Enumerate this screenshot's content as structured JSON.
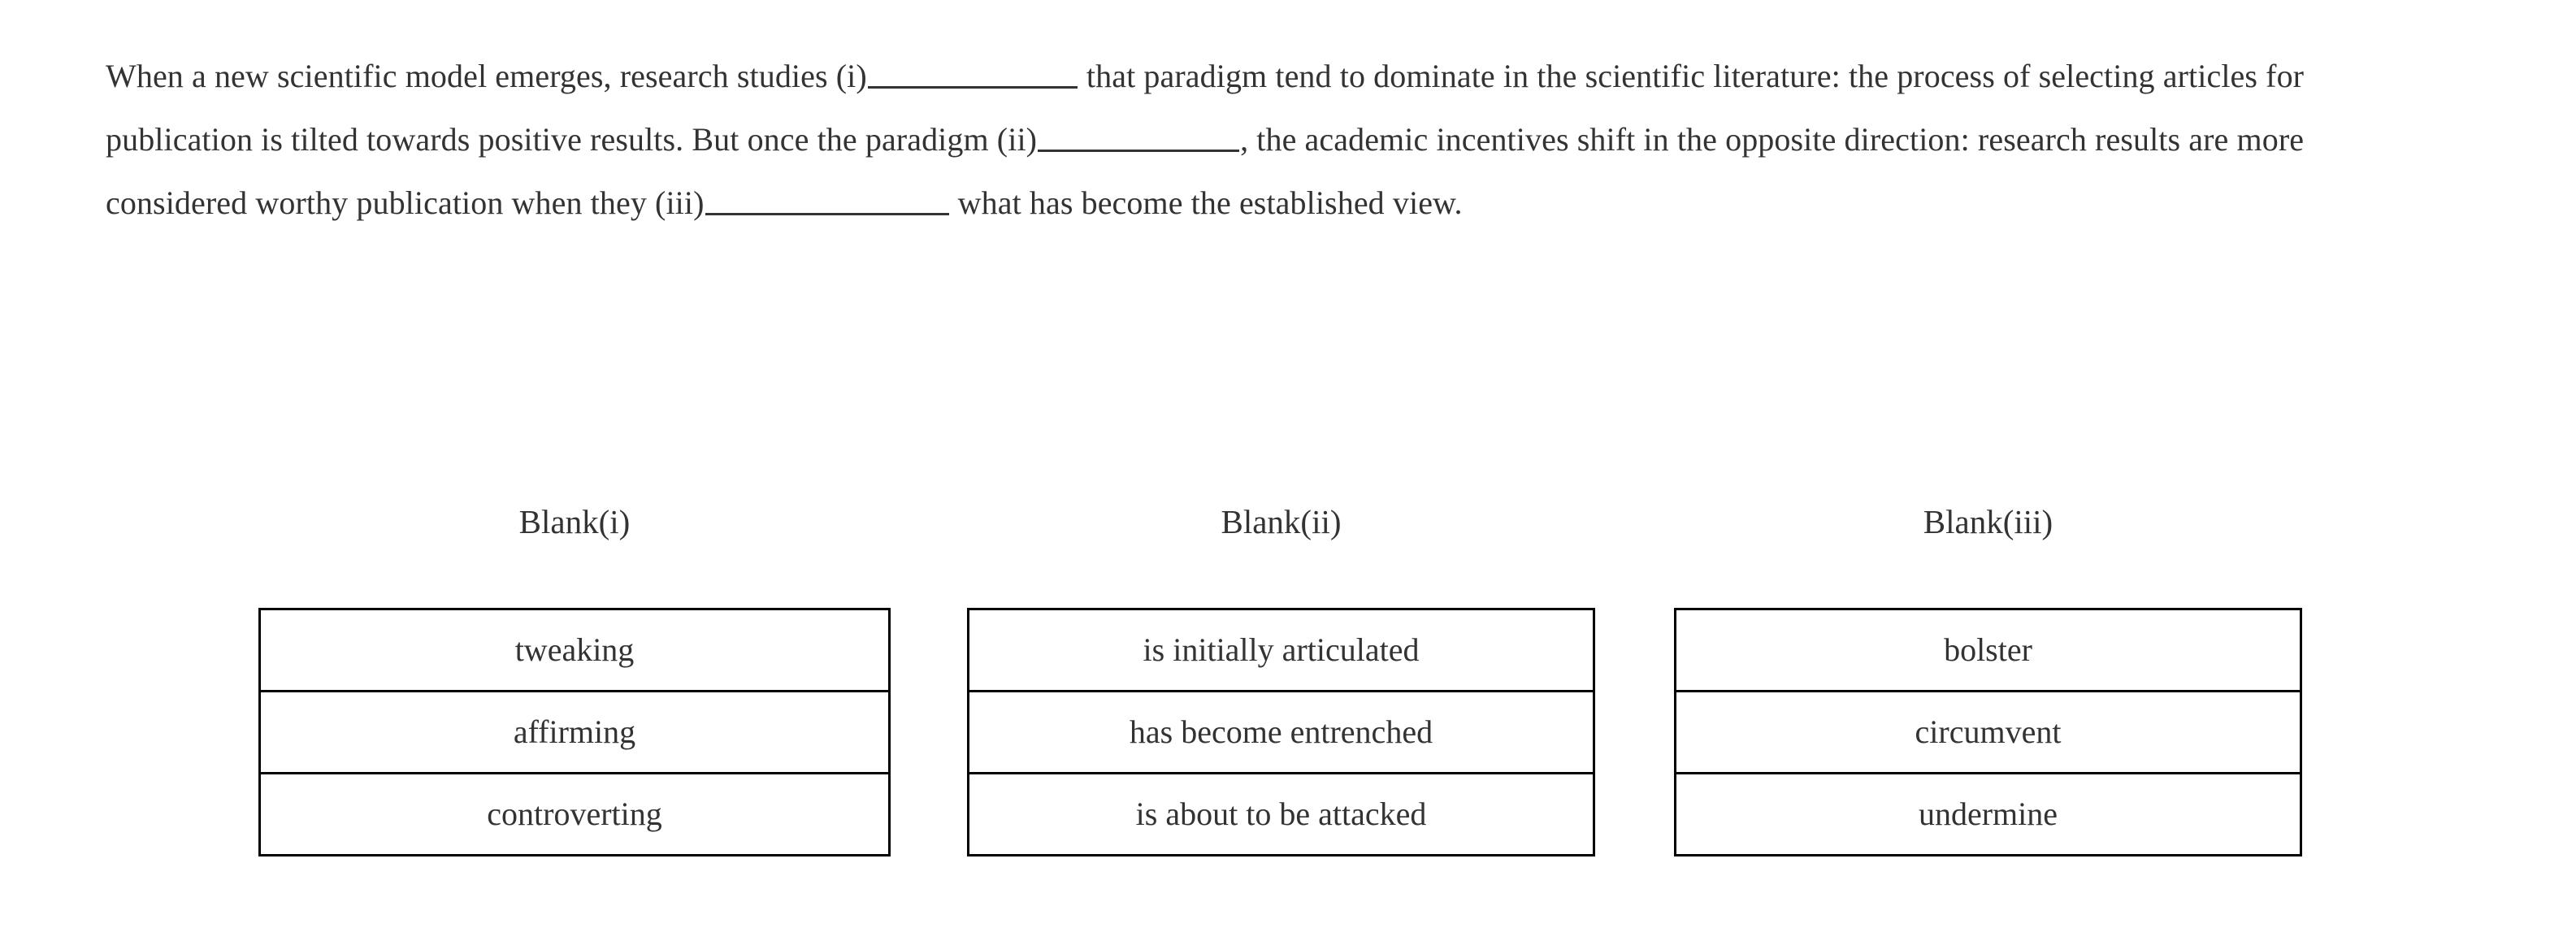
{
  "passage": {
    "segment_1": "When a new scientific model emerges, research studies (i)",
    "segment_2": " that paradigm tend to dominate in the scientific literature: the process of selecting articles for publication is tilted towards positive results. But once the paradigm (ii)",
    "segment_3": ", the academic incentives shift in the opposite direction: research results are more considered worthy publication when they (iii)",
    "segment_4": " what has become the established view.",
    "full_text": "When a new scientific model emerges, research studies (i)__________ that paradigm tend to dominate in the scientific literature: the process of selecting articles for publication is tilted towards positive results. But once the paradigm (ii)__________, the academic incentives shift in the opposite direction: research results are more considered worthy publication when they (iii)____________ what has become the established view."
  },
  "answer_columns": [
    {
      "header": "Blank(i)",
      "options": [
        "tweaking",
        "affirming",
        "controverting"
      ]
    },
    {
      "header": "Blank(ii)",
      "options": [
        "is initially articulated",
        "has become entrenched",
        "is about to be attacked"
      ]
    },
    {
      "header": "Blank(iii)",
      "options": [
        "bolster",
        "circumvent",
        "undermine"
      ]
    }
  ],
  "colors": {
    "text": "#333333",
    "border": "#000000",
    "background": "#ffffff"
  }
}
